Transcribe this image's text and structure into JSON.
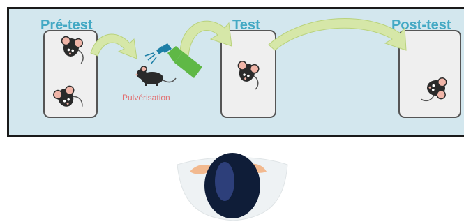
{
  "stages": {
    "pre_test": "Pré-test",
    "test": "Test",
    "post_test": "Post-test"
  },
  "spray_caption": "Pulvérisation",
  "icons": {
    "mouse": "mouse-icon",
    "spray_bottle": "spray-bottle-icon",
    "arrow": "curved-arrow",
    "subject": "head-silhouette"
  },
  "colors": {
    "panel_background": "#d3e7ee",
    "title": "#44a9c4",
    "caption": "#e26f70",
    "arrow_fill": "#d6e7a8",
    "bottle": "#5fb846",
    "nozzle": "#1d7fa6",
    "cage_background": "#efefef",
    "mouse_body": "#2a2a2a",
    "mouse_ear": "#f0b5a8"
  }
}
